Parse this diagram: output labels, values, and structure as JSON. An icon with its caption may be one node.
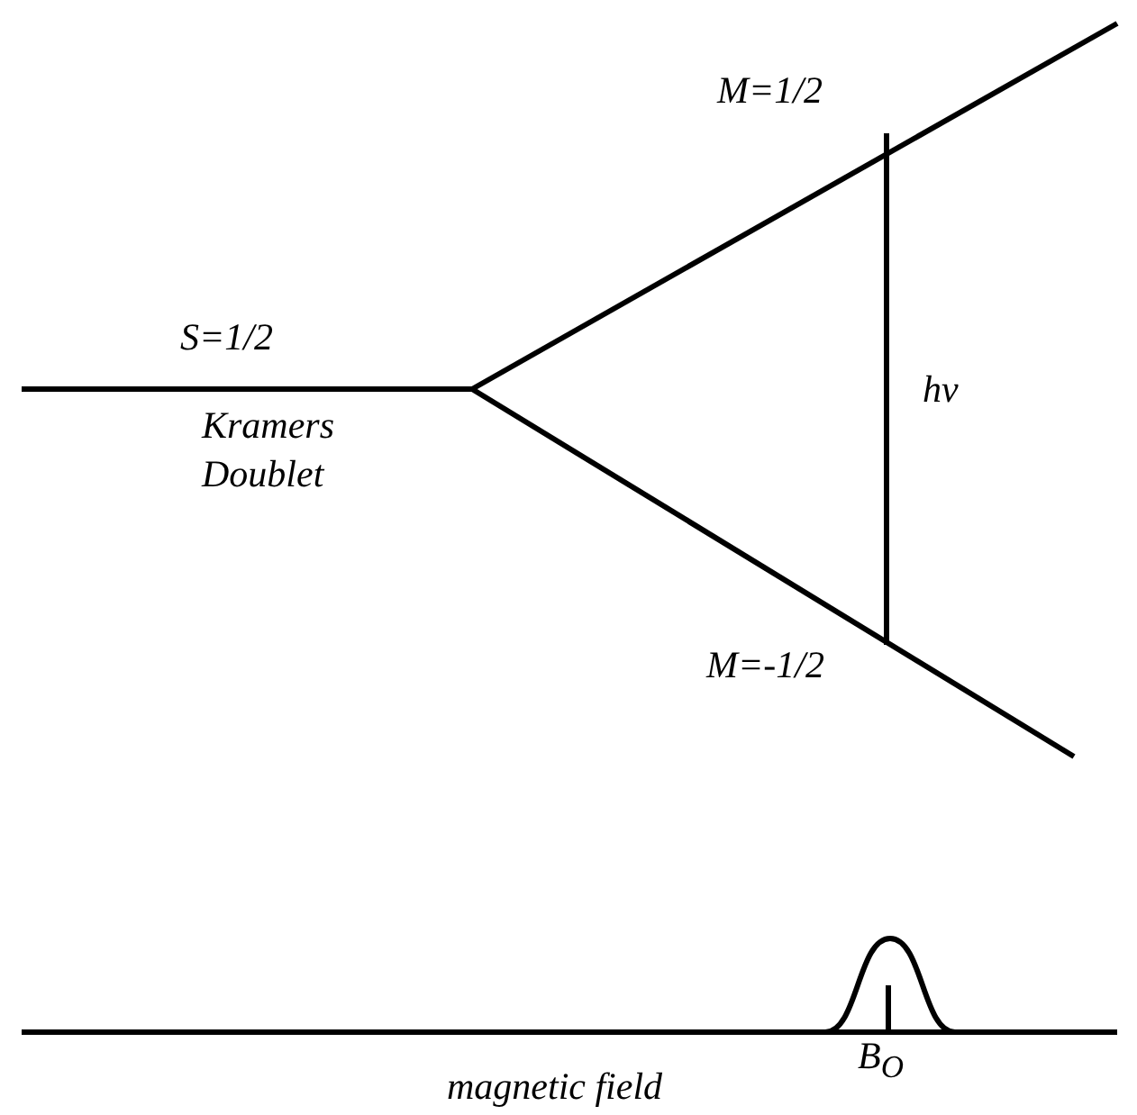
{
  "diagram": {
    "labels": [
      "M=1/2",
      "S=1/2",
      "Kramers Doublet",
      "hν",
      "M=-1/2",
      "B$_{O}$",
      "magnetic field"
    ]
  }
}
